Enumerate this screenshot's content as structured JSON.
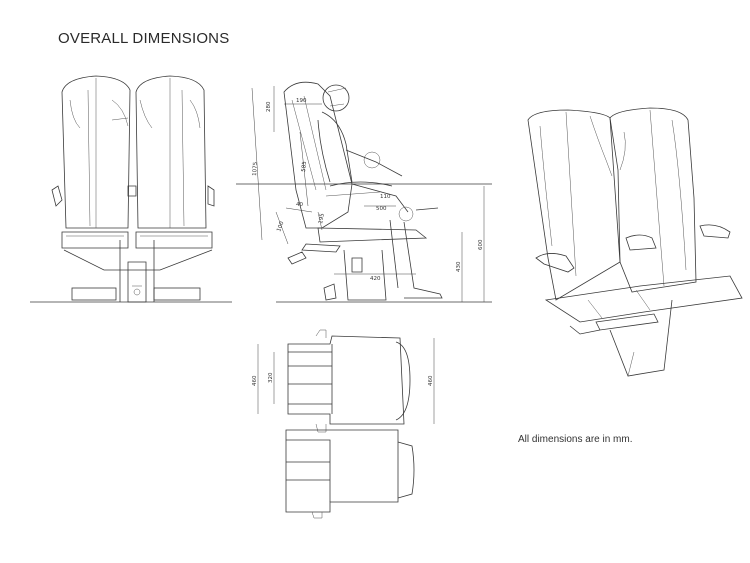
{
  "title": "OVERALL DIMENSIONS",
  "note": "All dimensions are in mm.",
  "side_view": {
    "dim_190": "190",
    "dim_280": "280",
    "dim_1075": "1075",
    "dim_585": "585",
    "dim_40": "40",
    "dim_100": "100",
    "dim_195": "195",
    "dim_420": "420",
    "dim_430": "430",
    "dim_600": "600",
    "dim_110": "110",
    "dim_500": "500"
  },
  "plan_view": {
    "dim_460": "460",
    "dim_320": "320",
    "dim_460b": "460"
  },
  "colors": {
    "line": "#3a3a3a",
    "text": "#2a2a2a",
    "background": "#ffffff"
  }
}
